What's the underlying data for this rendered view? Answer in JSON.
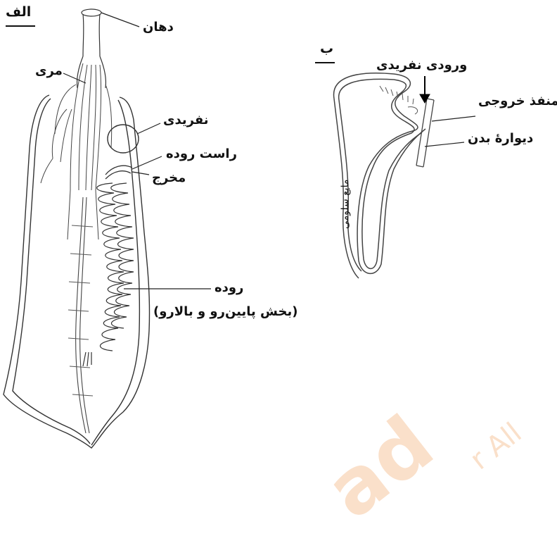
{
  "panel_a": {
    "panel_label": "الف",
    "labels": {
      "mouth": "دهان",
      "esophagus": "مری",
      "nephridium": "نفریدی",
      "rectum": "راست روده",
      "anus": "مخرج",
      "intestine": "روده",
      "intestine_note": "(بخش پایین‌رو و بالارو)"
    }
  },
  "panel_b": {
    "panel_label": "ب",
    "labels": {
      "nephridium_inlet": "ورودی نفریدی",
      "exit_pore": "منفذ خروجی",
      "body_wall": "دیوارهٔ بدن",
      "coelomic_fluid": "مایع سلومی"
    }
  },
  "watermark": {
    "text_main": "ad",
    "text_secondary": "r All"
  }
}
